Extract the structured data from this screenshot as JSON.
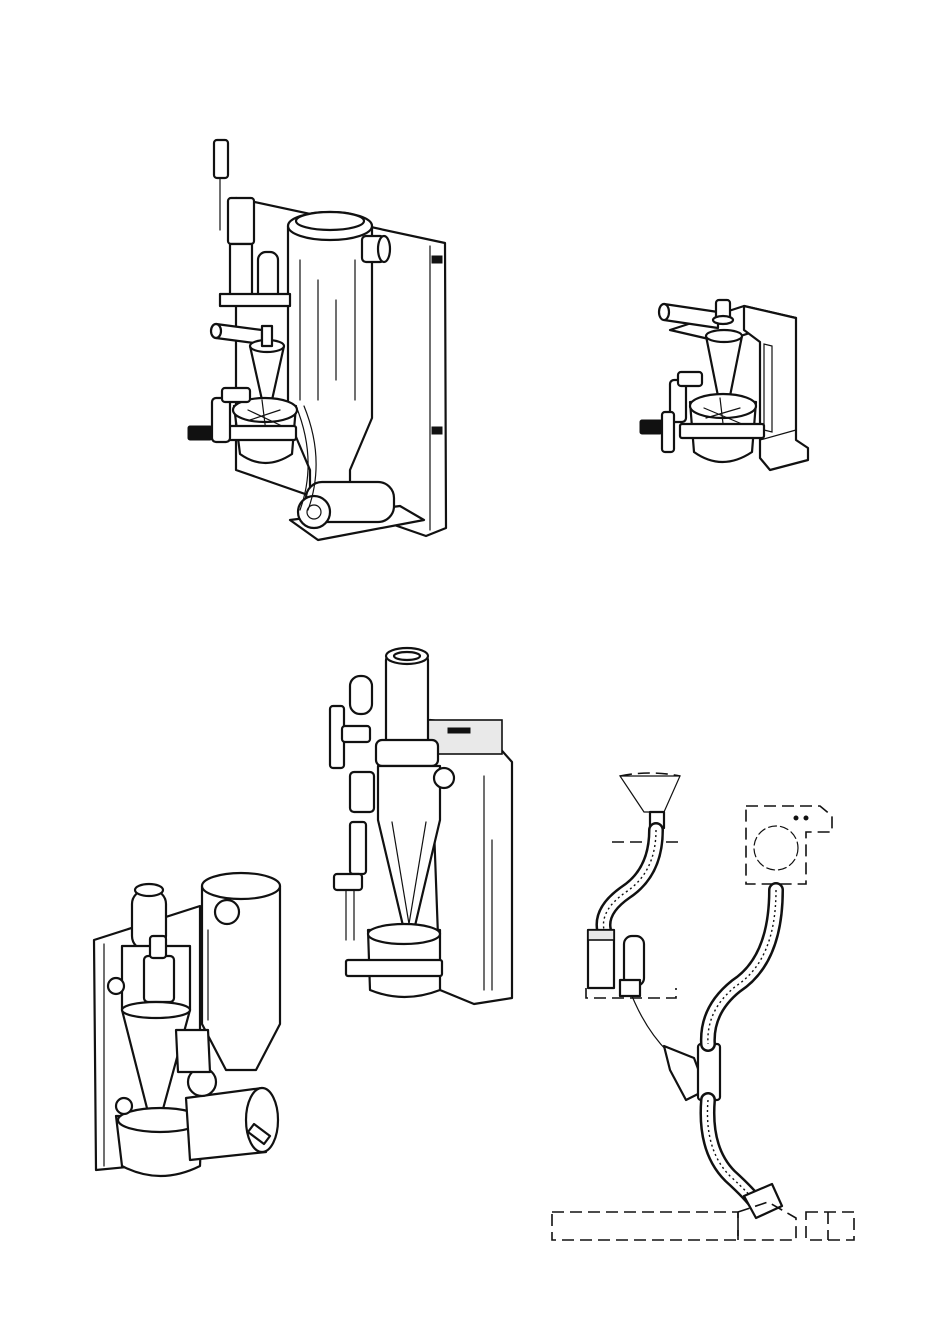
{
  "figures": [
    {
      "id": "unit-large-cyclone",
      "label": ""
    },
    {
      "id": "unit-compact-cyclone",
      "label": ""
    },
    {
      "id": "unit-twin-cylinder",
      "label": ""
    },
    {
      "id": "unit-tall-separator",
      "label": ""
    },
    {
      "id": "installation-hose-diagram",
      "label": ""
    }
  ],
  "colors": {
    "line": "#111111",
    "paper": "#ffffff",
    "shade": "#e9e9e9"
  }
}
